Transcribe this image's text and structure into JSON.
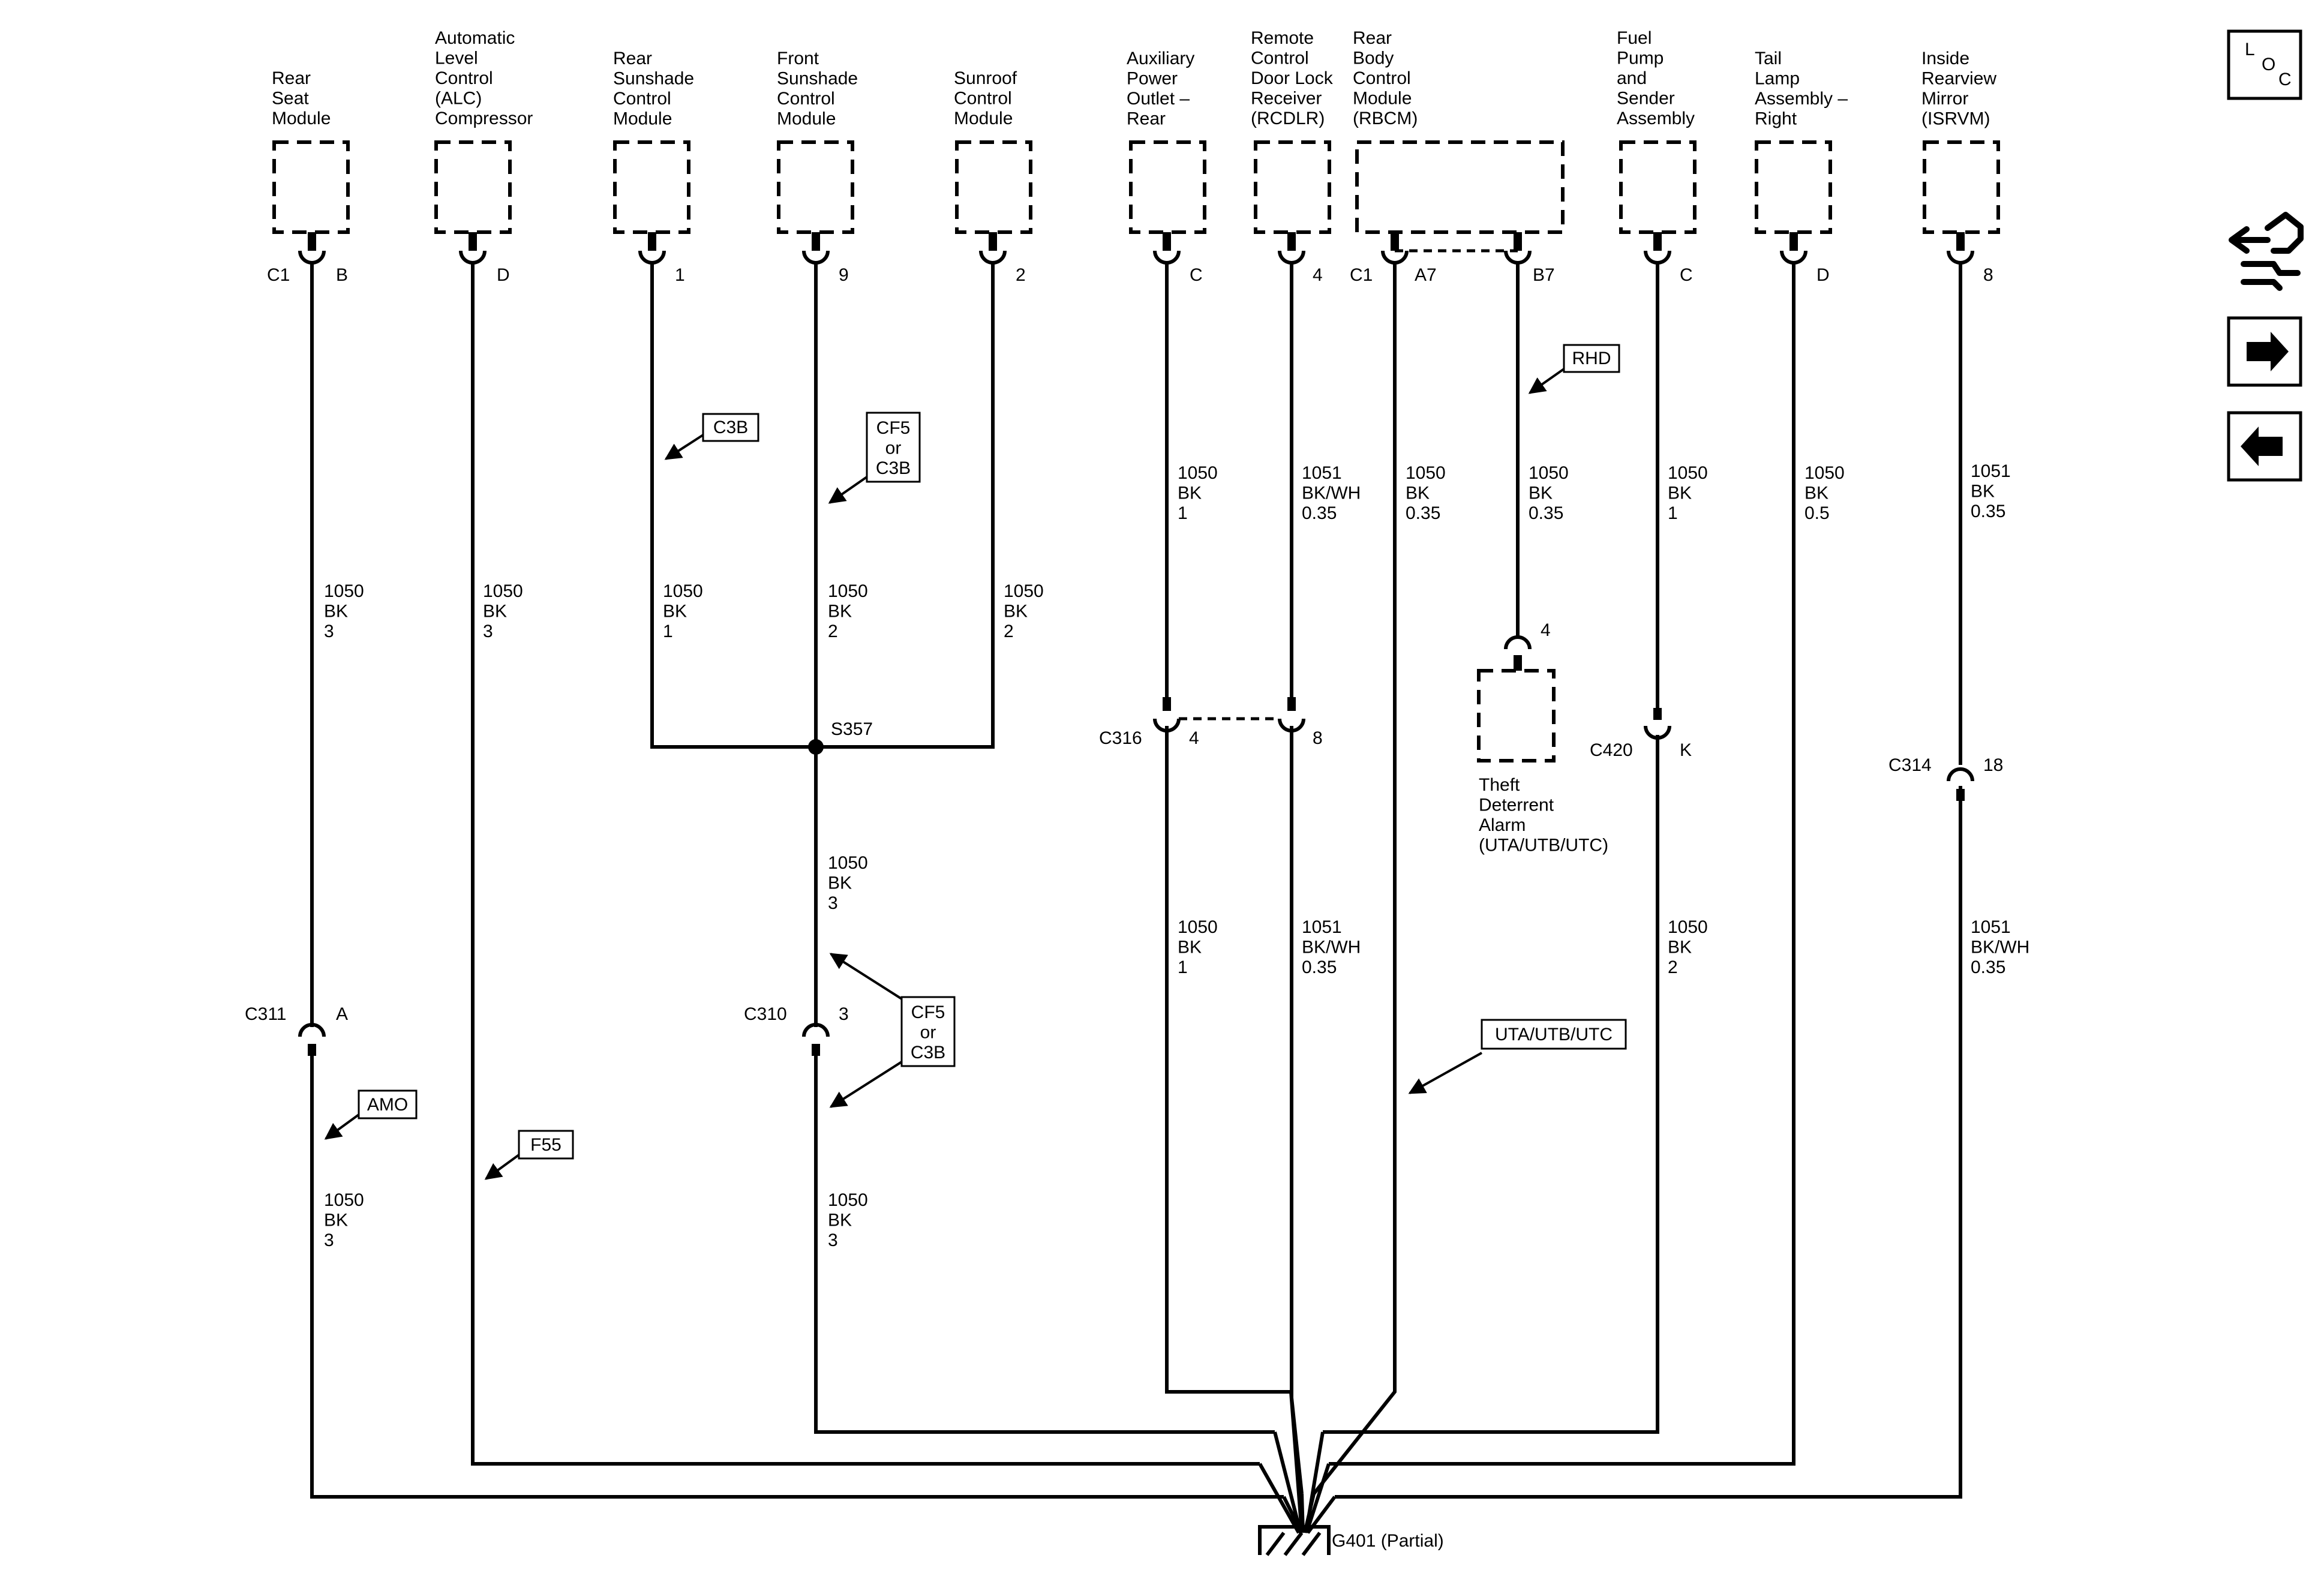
{
  "modules": [
    {
      "id": "rear-seat-module",
      "name": "Rear\nSeat\nModule",
      "conn": "C1",
      "pin": "B"
    },
    {
      "id": "alc-compressor",
      "name": "Automatic\nLevel\nControl\n(ALC)\nCompressor",
      "conn": "",
      "pin": "D"
    },
    {
      "id": "rear-sunshade",
      "name": "Rear\nSunshade\nControl\nModule",
      "conn": "",
      "pin": "1"
    },
    {
      "id": "front-sunshade",
      "name": "Front\nSunshade\nControl\nModule",
      "conn": "",
      "pin": "9"
    },
    {
      "id": "sunroof",
      "name": "Sunroof\nControl\nModule",
      "conn": "",
      "pin": "2"
    },
    {
      "id": "aux-power-outlet",
      "name": "Auxiliary\nPower\nOutlet –\nRear",
      "conn": "",
      "pin": "C"
    },
    {
      "id": "rcdlr",
      "name": "Remote\nControl\nDoor Lock\nReceiver\n(RCDLR)",
      "conn": "",
      "pin": "4"
    },
    {
      "id": "rbcm",
      "name": "Rear\nBody\nControl\nModule\n(RBCM)",
      "conn": "C1",
      "pin": "A7",
      "pin2": "B7"
    },
    {
      "id": "fuel-pump",
      "name": "Fuel\nPump\nand\nSender\nAssembly",
      "conn": "",
      "pin": "C"
    },
    {
      "id": "tail-lamp",
      "name": "Tail\nLamp\nAssembly –\nRight",
      "conn": "",
      "pin": "D"
    },
    {
      "id": "isrvm",
      "name": "Inside\nRearview\nMirror\n(ISRVM)",
      "conn": "",
      "pin": "8"
    }
  ],
  "wire_labels": [
    {
      "id": "w-rear-seat-top",
      "text": "1050\nBK\n3"
    },
    {
      "id": "w-alc-top",
      "text": "1050\nBK\n3"
    },
    {
      "id": "w-rear-sunshade",
      "text": "1050\nBK\n1"
    },
    {
      "id": "w-front-sunshade",
      "text": "1050\nBK\n2"
    },
    {
      "id": "w-sunroof",
      "text": "1050\nBK\n2"
    },
    {
      "id": "w-s357-c310",
      "text": "1050\nBK\n3"
    },
    {
      "id": "w-aux-top",
      "text": "1050\nBK\n1"
    },
    {
      "id": "w-rcdlr-top",
      "text": "1051\nBK/WH\n0.35"
    },
    {
      "id": "w-rbcm-a7",
      "text": "1050\nBK\n0.35"
    },
    {
      "id": "w-rbcm-b7",
      "text": "1050\nBK\n0.35"
    },
    {
      "id": "w-fuel-top",
      "text": "1050\nBK\n1"
    },
    {
      "id": "w-tail",
      "text": "1050\nBK\n0.5"
    },
    {
      "id": "w-isrvm-top",
      "text": "1051\nBK\n0.35"
    },
    {
      "id": "w-aux-bot",
      "text": "1050\nBK\n1"
    },
    {
      "id": "w-rcdlr-bot",
      "text": "1051\nBK/WH\n0.35"
    },
    {
      "id": "w-fuel-bot",
      "text": "1050\nBK\n2"
    },
    {
      "id": "w-isrvm-bot",
      "text": "1051\nBK/WH\n0.35"
    },
    {
      "id": "w-rear-seat-bot",
      "text": "1050\nBK\n3"
    },
    {
      "id": "w-c310-bot",
      "text": "1050\nBK\n3"
    }
  ],
  "connectors": [
    {
      "id": "c311",
      "name": "C311",
      "pin": "A"
    },
    {
      "id": "c310",
      "name": "C310",
      "pin": "3"
    },
    {
      "id": "c316",
      "name": "C316",
      "pin": "4",
      "pin2": "8"
    },
    {
      "id": "c420",
      "name": "C420",
      "pin": "K"
    },
    {
      "id": "c314",
      "name": "C314",
      "pin": "18"
    }
  ],
  "splice": {
    "name": "S357"
  },
  "ground": {
    "name": "G401 (Partial)"
  },
  "theft_alarm": {
    "name": "Theft\nDeterrent\nAlarm\n(UTA/UTB/UTC)",
    "pin": "4"
  },
  "option_tags": [
    {
      "id": "tag-c3b",
      "text": "C3B"
    },
    {
      "id": "tag-cf5-top",
      "text": "CF5\nor\nC3B"
    },
    {
      "id": "tag-rhd",
      "text": "RHD"
    },
    {
      "id": "tag-cf5-bot",
      "text": "CF5\nor\nC3B"
    },
    {
      "id": "tag-uta",
      "text": "UTA/UTB/UTC"
    },
    {
      "id": "tag-amo",
      "text": "AMO"
    },
    {
      "id": "tag-f55",
      "text": "F55"
    }
  ],
  "nav": {
    "loc_letters": [
      "L",
      "O",
      "C"
    ],
    "buttons": [
      {
        "id": "connector-end-view-button",
        "icon": "connector-plug-icon"
      },
      {
        "id": "next-page-button",
        "icon": "arrow-right-icon"
      },
      {
        "id": "previous-page-button",
        "icon": "arrow-left-icon"
      }
    ]
  }
}
